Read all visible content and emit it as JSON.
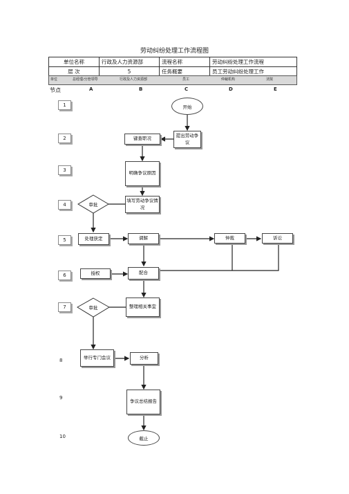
{
  "title": "劳动纠纷处理工作流程图",
  "info": {
    "unit_label": "单位名称",
    "unit_value": "行政及人力资源部",
    "flow_label": "流程名称",
    "flow_value": "劳动纠纷处理工作流程",
    "level_label": "层 次",
    "level_value": "5",
    "task_label": "任务概要",
    "task_value": "员工劳动纠纷处理工作"
  },
  "roles": [
    "单位",
    "总经理/分管领导",
    "行政及人力资源部",
    "员工",
    "仲裁机构",
    "法院"
  ],
  "node_header": "节点",
  "columns": [
    "A",
    "B",
    "C",
    "D",
    "E"
  ],
  "steps": [
    "1",
    "2",
    "3",
    "4",
    "5",
    "6",
    "7",
    "8",
    "9",
    "10"
  ],
  "nodes": {
    "start": "开始",
    "propose": "提出劳动争议",
    "investigate": "键查职况",
    "clarify": "明确争议原因",
    "fill": "填写劳动争议情况",
    "approve1": "审批",
    "handle": "处理获定",
    "mediate": "调解",
    "arbitrate": "仲裁",
    "litigate": "诉讼",
    "authorize": "授权",
    "cooperate": "配合",
    "organize": "整理相关事宜",
    "approve2": "审批",
    "meeting": "举行专门会议",
    "analyze": "分析",
    "summary": "争议总结报告",
    "end": "截止"
  }
}
